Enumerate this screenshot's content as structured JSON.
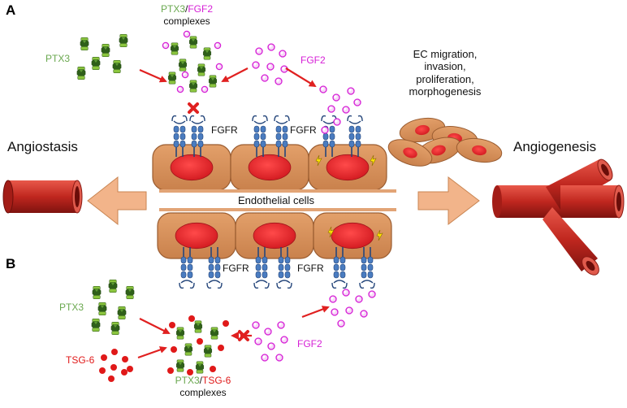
{
  "panels": {
    "a": "A",
    "b": "B"
  },
  "top": {
    "complex_part1": "PTX3",
    "complex_sep": "/",
    "complex_part2": "FGF2",
    "complex_word": "complexes",
    "ptx3": "PTX3",
    "fgf2": "FGF2",
    "fgfr_left": "FGFR",
    "fgfr_right": "FGFR",
    "ec_lines": [
      "EC migration,",
      "invasion,",
      "proliferation,",
      "morphogenesis"
    ]
  },
  "middle": {
    "angiostasis": "Angiostasis",
    "angiogenesis": "Angiogenesis",
    "endothelial": "Endothelial cells"
  },
  "bottom": {
    "fgfr_left": "FGFR",
    "fgfr_right": "FGFR",
    "ptx3": "PTX3",
    "tsg6": "TSG-6",
    "fgf2": "FGF2",
    "complex_part1": "PTX3",
    "complex_sep": "/",
    "complex_part2": "TSG-6",
    "complex_word": "complexes"
  },
  "colors": {
    "ptx3": "#6aa84f",
    "fgf2": "#d61fd6",
    "tsg6": "#e01919",
    "cell_fill": "#d9935d",
    "nucleus": "#e8262d",
    "receptor": "#4a7cc0",
    "arrow_red": "#e02020",
    "big_arrow": "#f2b48a",
    "vessel": "#c0271f"
  },
  "icons": [
    "ptx3-molecule-icon",
    "fgf2-dot-icon",
    "tsg6-dot-icon",
    "fgfr-receptor-icon",
    "block-cross-icon",
    "blood-vessel-icon",
    "signal-bolt-icon"
  ]
}
